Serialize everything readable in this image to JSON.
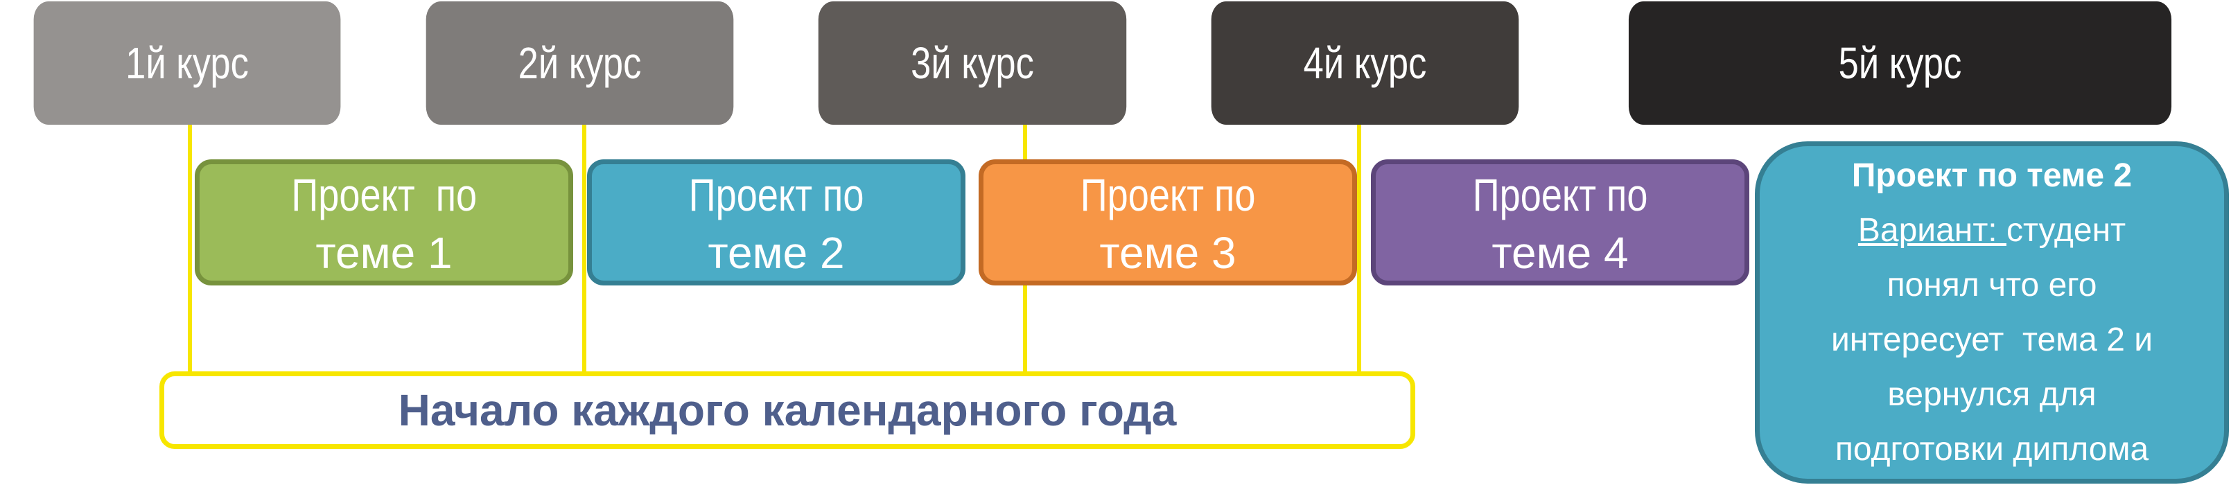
{
  "years": [
    {
      "label": "1й курс"
    },
    {
      "label": "2й курс"
    },
    {
      "label": "3й курс"
    },
    {
      "label": "4й курс"
    },
    {
      "label": "5й курс"
    }
  ],
  "projects": [
    {
      "line1": "Проект  по",
      "line2": "теме 1"
    },
    {
      "line1": "Проект по",
      "line2": "теме 2"
    },
    {
      "line1": "Проект по",
      "line2": "теме 3"
    },
    {
      "line1": "Проект по",
      "line2": "теме 4"
    }
  ],
  "calendar_label": "Начало каждого календарного года",
  "note": {
    "title": "Проект по теме 2",
    "variant_label": "Вариант: ",
    "lines": [
      "студент",
      "понял что его",
      "интересует  тема 2 и",
      "вернулся для",
      "подготовки диплома"
    ]
  },
  "colors": {
    "year_1": "#959290",
    "year_2": "#7f7c7a",
    "year_3": "#5f5b58",
    "year_4": "#403c3a",
    "year_5": "#262424",
    "project_1": "#9bbb59",
    "project_2": "#4bacc6",
    "project_3": "#f79646",
    "project_4": "#8064a2",
    "connector": "#f7e600",
    "calendar_text": "#4f5f8c"
  }
}
